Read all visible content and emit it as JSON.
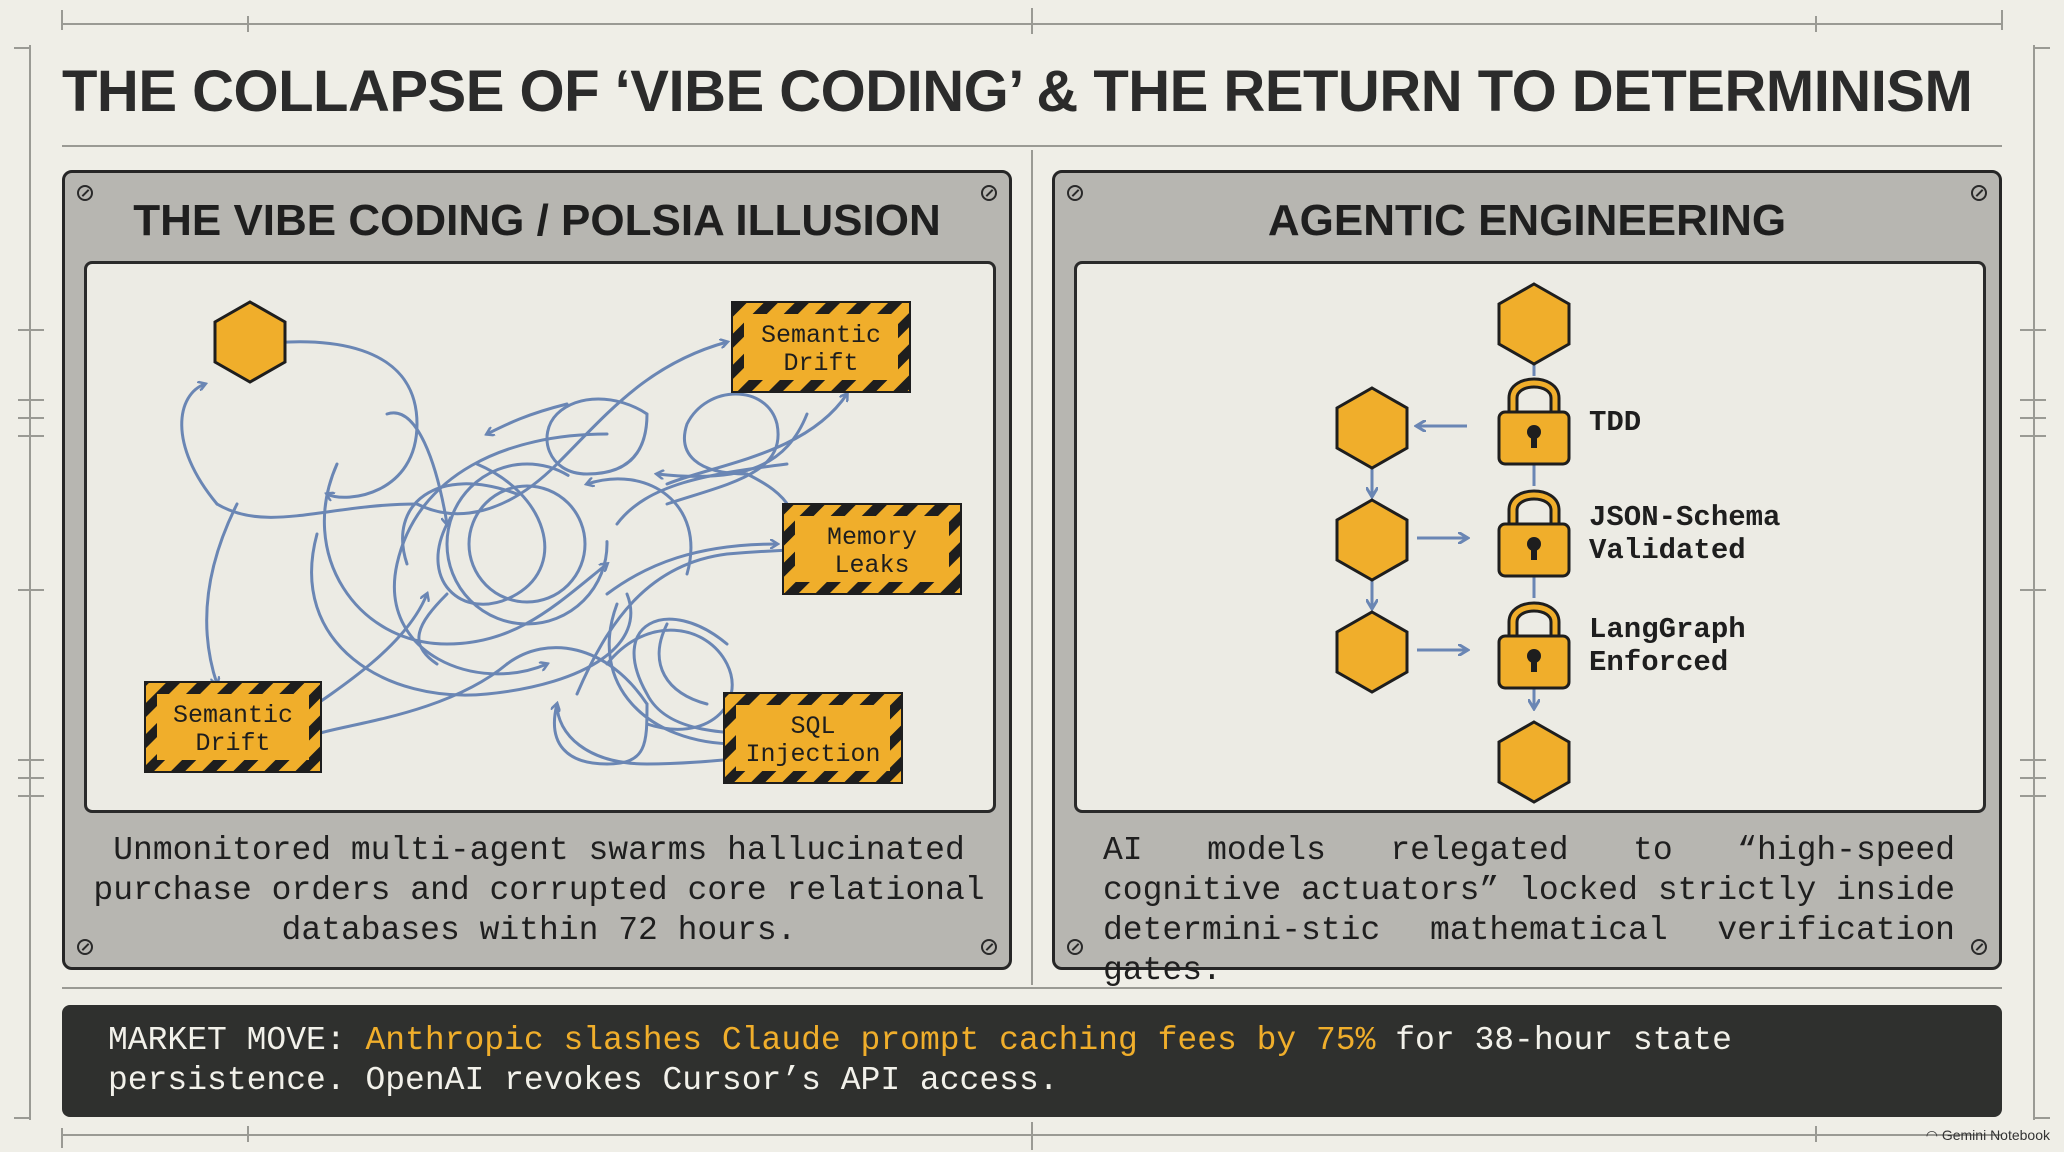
{
  "title": "THE COLLAPSE OF ‘VIBE CODING’ & THE RETURN TO DETERMINISM",
  "colors": {
    "background": "#efeee7",
    "panel": "#b7b6b1",
    "accent_hex": "#f0ae2b",
    "arrow_blue": "#6a86b4",
    "dark": "#2f302e"
  },
  "left_panel": {
    "title": "THE VIBE CODING / POLSIA ILLUSION",
    "warnings": [
      {
        "line1": "Semantic",
        "line2": "Drift"
      },
      {
        "line1": "Memory",
        "line2": "Leaks"
      },
      {
        "line1": "SQL",
        "line2": "Injection"
      },
      {
        "line1": "Semantic",
        "line2": "Drift"
      }
    ],
    "caption": "Unmonitored multi-agent swarms hallucinated purchase orders and corrupted core relational databases within 72 hours."
  },
  "right_panel": {
    "title": "AGENTIC ENGINEERING",
    "gates": [
      {
        "line1": "TDD",
        "line2": ""
      },
      {
        "line1": "JSON-Schema",
        "line2": "Validated"
      },
      {
        "line1": "LangGraph",
        "line2": "Enforced"
      }
    ],
    "caption": "AI models relegated to “high-speed cognitive actuators” locked strictly inside determini-stic  mathematical verification gates."
  },
  "market": {
    "prefix": "MARKET MOVE: ",
    "highlight": "Anthropic slashes Claude prompt caching fees by 75%",
    "suffix": " for 38-hour state persistence. OpenAI revokes Cursor’s API access."
  },
  "watermark": "Gemini Notebook"
}
